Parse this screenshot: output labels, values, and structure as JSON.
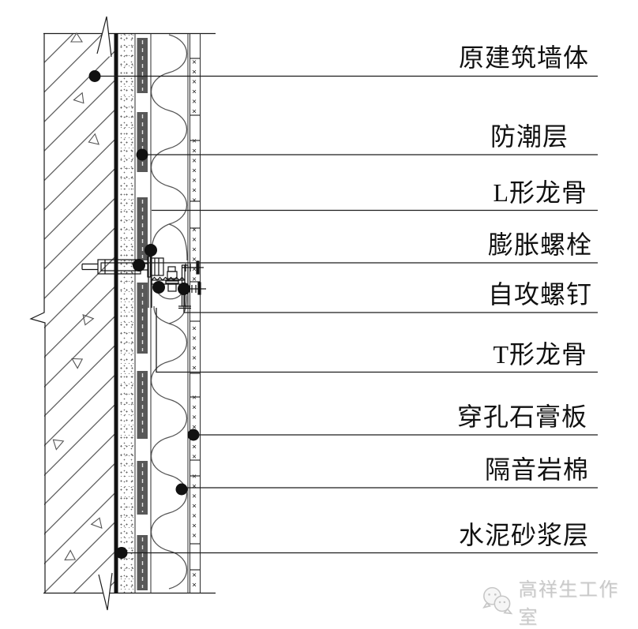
{
  "drawing": {
    "callouts": [
      {
        "id": "original-wall",
        "label": "原建筑墙体"
      },
      {
        "id": "moisture-barrier",
        "label": "防潮层"
      },
      {
        "id": "l-shaped-keel",
        "label": "L形龙骨"
      },
      {
        "id": "expansion-bolt",
        "label": "膨胀螺栓"
      },
      {
        "id": "self-tapping-screw",
        "label": "自攻螺钉"
      },
      {
        "id": "t-shaped-keel",
        "label": "T形龙骨"
      },
      {
        "id": "perforated-gypsum-board",
        "label": "穿孔石膏板"
      },
      {
        "id": "sound-insulation-rockwool",
        "label": "隔音岩棉"
      },
      {
        "id": "cement-mortar-layer",
        "label": "水泥砂浆层"
      }
    ]
  },
  "watermark": {
    "studio_name": "高祥生工作室",
    "logo_icon": "speech-bubbles-icon"
  },
  "colors": {
    "line": "#1c1c1c",
    "keel_fill": "#585858",
    "watermark_gray": "#c9c9c9",
    "background": "#ffffff"
  }
}
